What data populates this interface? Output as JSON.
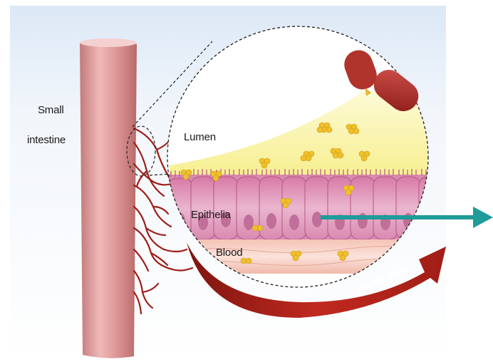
{
  "labels": {
    "small": "Small",
    "intestine": "intestine",
    "lumen": "Lumen",
    "epithelia": "Epithelia",
    "blood": "Blood",
    "portal_vein": "Portal vein"
  },
  "colors": {
    "intestine_wall": "#d99090",
    "lumen_fill": "#fbf6b8",
    "cell_fill": "#e7a7c4",
    "blood_layer": "#f6cfc2",
    "particle": "#f0c02a",
    "portal_arrow": "#b0231a",
    "output_arrow": "#1f9b99",
    "vessel": "#9e1d17"
  }
}
